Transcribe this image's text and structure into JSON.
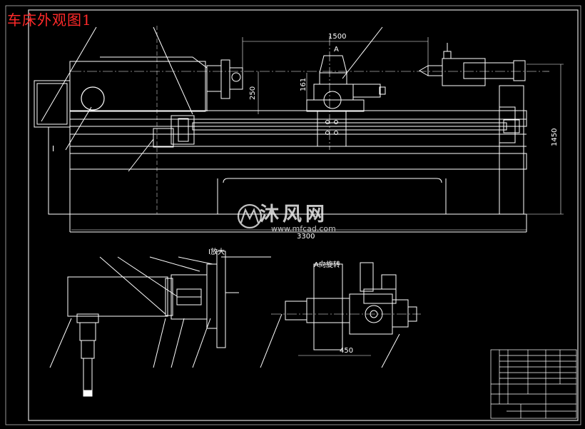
{
  "title": "车床外观图1",
  "watermark": {
    "cn": "沐风网",
    "url": "www.mfcad.com"
  },
  "dimensions": {
    "top_width": "1500",
    "post_height": "161",
    "spindle_height": "250",
    "overall_height": "1450",
    "overall_length": "3300",
    "detail_width": "450"
  },
  "labels": {
    "detail_I_marker": "I",
    "section_A_marker": "A",
    "detail_I_title": "I放大",
    "view_A_title": "A向旋转"
  },
  "colors": {
    "title": "#ff2a2a",
    "lines": "#ffffff",
    "background": "#000000"
  }
}
